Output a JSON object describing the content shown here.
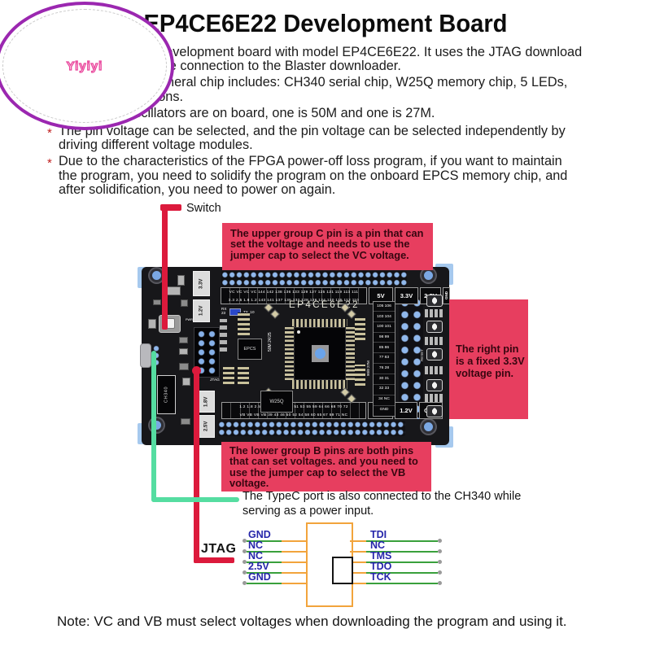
{
  "watermark": {
    "text": "Yiyiyi"
  },
  "title": "EP4CE6E22 Development Board",
  "bullets": [
    "This is an FPGA development board with model EP4CE6E22. It uses the JTAG download\ninterface to facilitate connection to the Blaster downloader.",
    "The onboard peripheral chip includes: CH340 serial chip, W25Q memory chip, 5 LEDs,\nand push-up buttons.",
    "The crystal oscillators are on board, one is 50M and one is 27M.",
    "The pin voltage can be selected, and the pin voltage can be selected independently by\ndriving different voltage modules.",
    "Due to the characteristics of the FPGA power-off loss program, if you want to maintain\nthe program, you need to solidify the program on the onboard EPCS memory chip, and\nafter solidification, you need to power on again."
  ],
  "annotations": {
    "switch_label": "Switch",
    "upper_callout": "The upper group C pin is a pin that can\nset the voltage and needs to use the\njumper cap to select the VC voltage.",
    "right_callout": "The right pin\nis a fixed 3.3V\nvoltage pin.",
    "lower_callout": "The lower group B pins are both pins\nthat can set voltages. and you need to\nuse the jumper cap to select the VB\nvoltage.",
    "typec_note": "The TypeC port is also connected to the CH340 while\nserving as a power input.",
    "jtag_label": "JTAG"
  },
  "board": {
    "silkscreen": "EP4CE6E22",
    "top_pins_row1": "VC VC VC VC 144 142 138 136 133 129 127 125 121 119 113 111",
    "top_pins_row2": "3.3 2.5 1.8 1.2 143 141 137 135 132 128 126 124 120 115 112 110",
    "top_power": [
      "5V",
      "3.3V",
      "2-5V",
      "GND"
    ],
    "bottom_pins_row1": "1.2 1.8 2.5 3.3 38 42 44 49 51 53 55 59 64 66 68 70 72",
    "bottom_pins_row2": "VB VB VB VB 39 43 46 50 52 54 58 60 65 67 69 71 NC",
    "bottom_power": [
      "1.8V",
      "1.2V",
      "GND"
    ],
    "right_pins": "105 106\n103 104\n100 101\n98 99\n85 86\n77 83\n76 28\n30 31\n32 33\n34 NC\nGND",
    "chips": {
      "ch340": "CH340",
      "epcs": "EPCS",
      "w25q": "W25Q",
      "jtag": "JTAG",
      "jtag_mark": "△"
    },
    "labels": {
      "rx": "RX\n23",
      "tx": "TX_10",
      "pwr": "PWR",
      "osc_left": "50M 24/25",
      "osc_right": "90/8 27M",
      "reset": "RESET"
    },
    "regulators": [
      "3.3V",
      "1.2V",
      "1.8V",
      "2.5V"
    ]
  },
  "jtag_diagram": {
    "left_pins": [
      "GND",
      "NC",
      "NC",
      "2.5V",
      "GND"
    ],
    "right_pins": [
      "TDI",
      "NC",
      "TMS",
      "TDO",
      "TCK"
    ]
  },
  "note": "Note: VC and VB must select voltages when downloading the program and using it.",
  "colors": {
    "callout_bg": "#e73e5f",
    "red_line": "#dc1a3c",
    "green_line": "#55dda1",
    "wire_green": "#39a03c",
    "wire_orange": "#f2a43c",
    "pin_label_blue": "#2525aa",
    "watermark_ring": "#9b27b0",
    "watermark_text": "#e8439a",
    "pcb_black": "#17171a",
    "hole_blue": "#7ba8e4"
  }
}
